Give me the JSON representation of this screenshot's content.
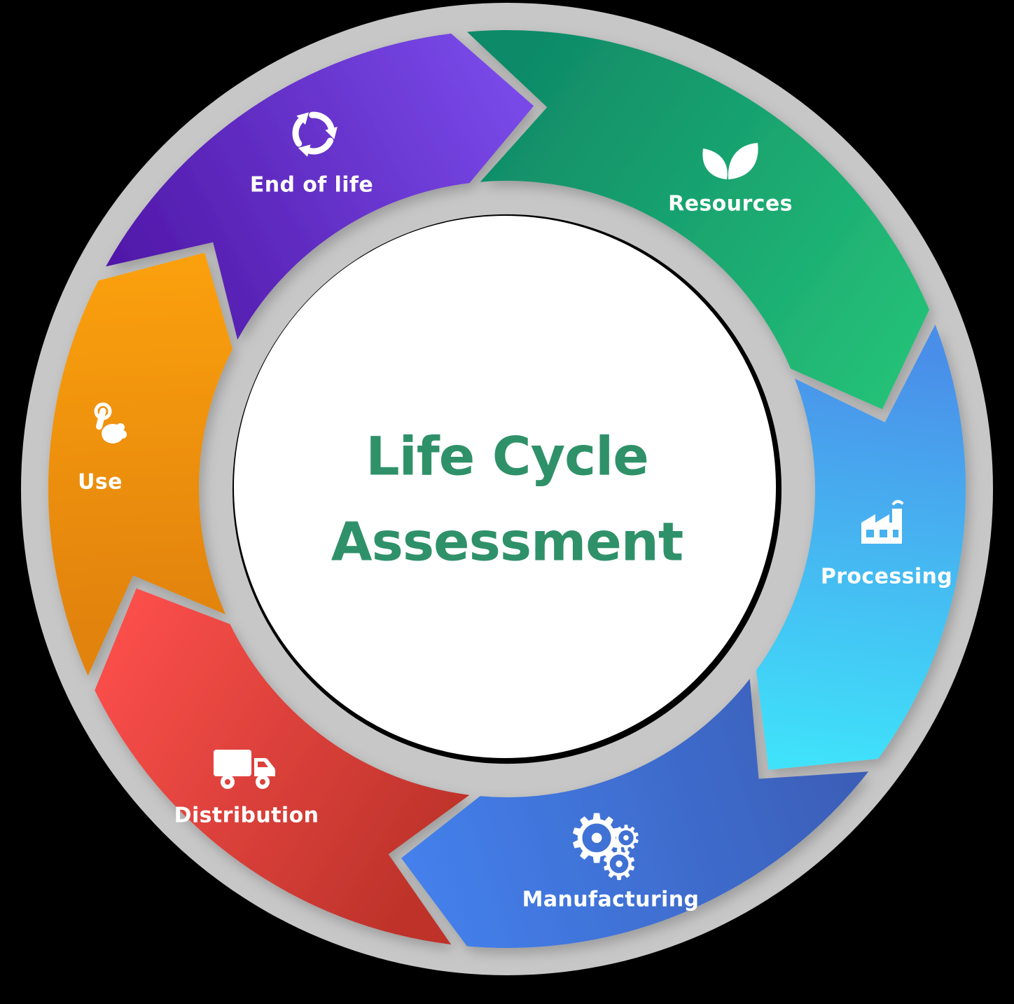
{
  "title": {
    "line1": "Life Cycle",
    "line2": "Assessment"
  },
  "segments": [
    {
      "id": "end-of-life",
      "label": "End of life",
      "icon": "recycle-icon",
      "color_start": "#4C13A2",
      "color_end": "#7A4BEA"
    },
    {
      "id": "resources",
      "label": "Resources",
      "icon": "leaf-icon",
      "color_start": "#0F8A68",
      "color_end": "#25C178"
    },
    {
      "id": "processing",
      "label": "Processing",
      "icon": "factory-icon",
      "color_start": "#4A8FE9",
      "color_end": "#40E2FA"
    },
    {
      "id": "manufacturing",
      "label": "Manufacturing",
      "icon": "gears-icon",
      "color_start": "#3A5CB4",
      "color_end": "#4480EC"
    },
    {
      "id": "distribution",
      "label": "Distribution",
      "icon": "truck-icon",
      "color_start": "#BE332B",
      "color_end": "#FB4F4B"
    },
    {
      "id": "use",
      "label": "Use",
      "icon": "tap-icon",
      "color_start": "#E2830A",
      "color_end": "#FBA008"
    }
  ],
  "glyphs": {
    "gear": "⚙"
  },
  "styles": {
    "background": "#000000",
    "ring_grey": "#C7C7C7",
    "inner_circle": "#FFFFFF",
    "icon_color": "#FFFFFF",
    "label_color": "#FFFFFF",
    "title_color": "#2F9169"
  }
}
